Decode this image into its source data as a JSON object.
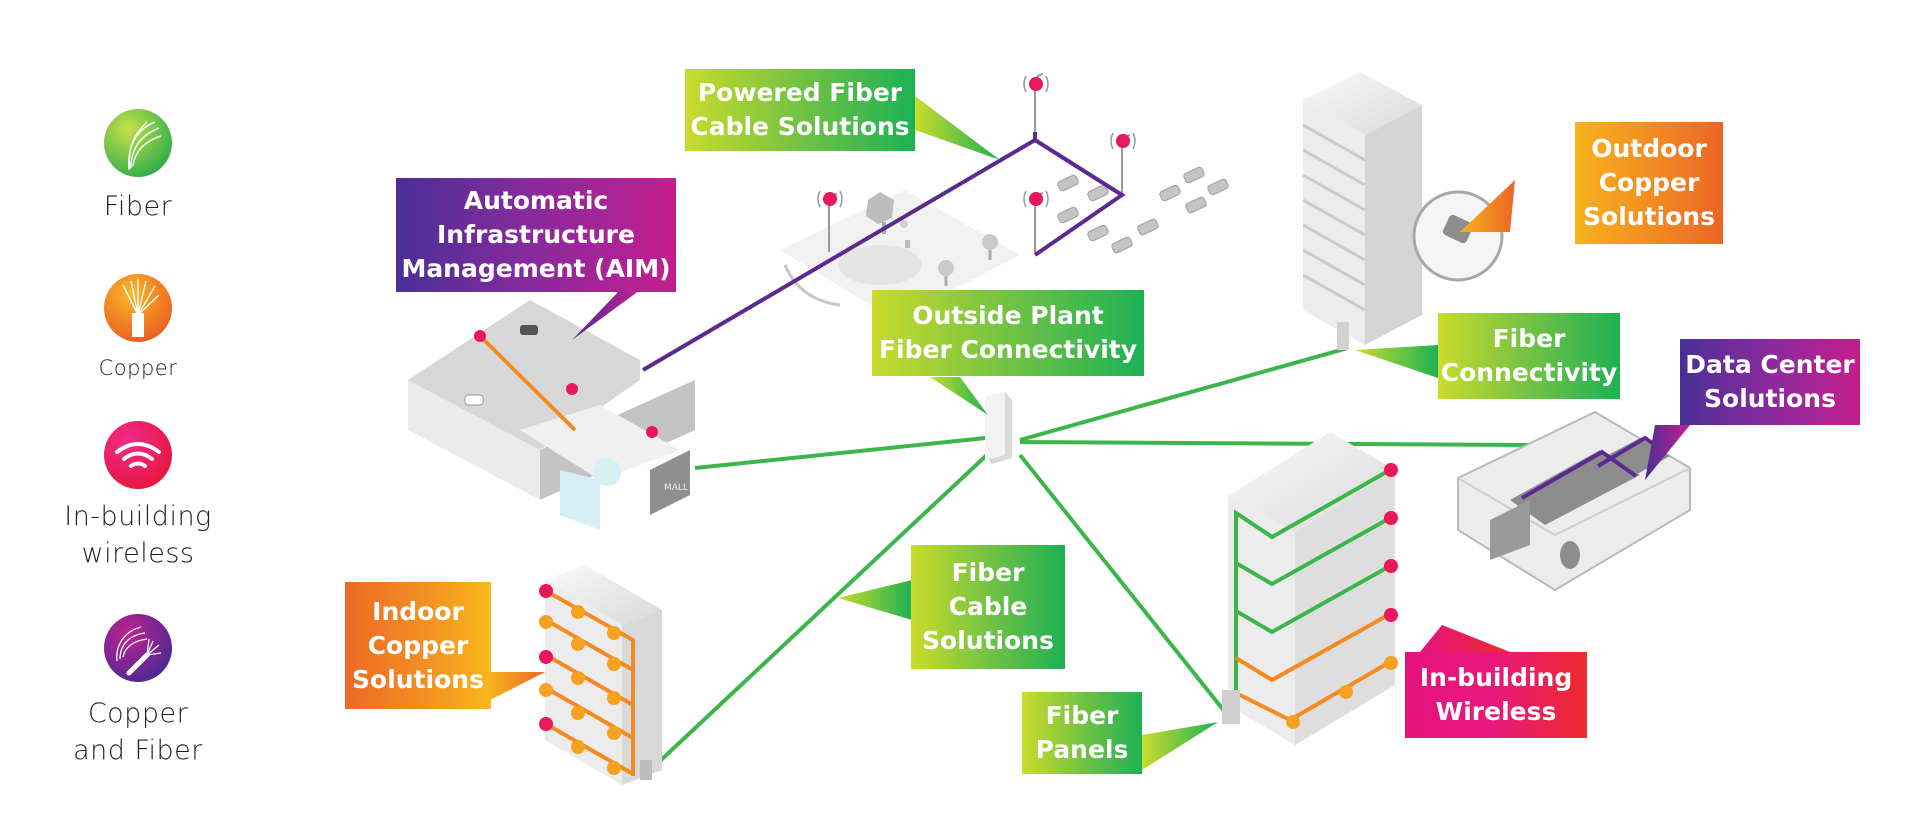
{
  "legend": [
    {
      "label": "Fiber",
      "icon": "fiber-icon",
      "color": "#6cc23f"
    },
    {
      "label": "Copper",
      "icon": "copper-cable-icon",
      "color": "#f18423"
    },
    {
      "label": "In-building\nwireless",
      "icon": "wifi-icon",
      "color": "#ea1f5e"
    },
    {
      "label": "Copper\nand Fiber",
      "icon": "copper-and-fiber-icon",
      "color": "#8a2a9d"
    }
  ],
  "callouts": {
    "powered_fiber": "Powered Fiber\nCable Solutions",
    "aim": "Automatic\nInfrastructure\nManagement (AIM)",
    "outside_plant": "Outside Plant\nFiber Connectivity",
    "outdoor_copper": "Outdoor\nCopper\nSolutions",
    "fiber_connectivity": "Fiber\nConnectivity",
    "data_center": "Data Center\nSolutions",
    "indoor_copper": "Indoor\nCopper\nSolutions",
    "fiber_cable": "Fiber\nCable\nSolutions",
    "fiber_panels": "Fiber\nPanels",
    "in_building_wireless": "In-building\nWireless"
  },
  "mall_sign": "MALL",
  "colors": {
    "fiber_line": "#3cb64a",
    "copper_line": "#f48a21",
    "aim_line": "#5b2a8e",
    "node_pink": "#e8185a",
    "node_orange": "#f6a11f",
    "building": "#e3e3e3"
  }
}
